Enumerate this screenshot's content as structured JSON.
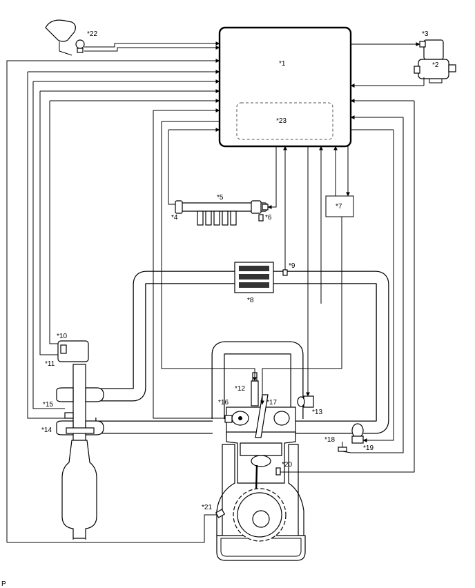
{
  "labels": {
    "ecu": "*1",
    "supply_pump": "*2",
    "scv": "*3",
    "injector": "*4",
    "rail": "*5",
    "rail_pressure_sensor": "*6",
    "edu": "*7",
    "intercooler": "*8",
    "intake_temp_sensor": "*9",
    "turbo_actuator": "*10",
    "turbo_position_sensor": "*11",
    "glow_plug": "*12",
    "egr_valve": "*13",
    "exhaust_temp_sensor": "*14",
    "exhaust_pressure_sensor": "*15",
    "throttle": "*16",
    "injector_cyl": "*17",
    "intake_air_sensor": "*18",
    "airflow_meter": "*19",
    "crank_sensor": "*20",
    "coolant_sensor": "*21",
    "accel_pedal": "*22",
    "ecu_inner": "*23"
  },
  "footer": "P",
  "colors": {
    "line": "#000000",
    "background": "#ffffff",
    "dashed_box": "#555555"
  }
}
